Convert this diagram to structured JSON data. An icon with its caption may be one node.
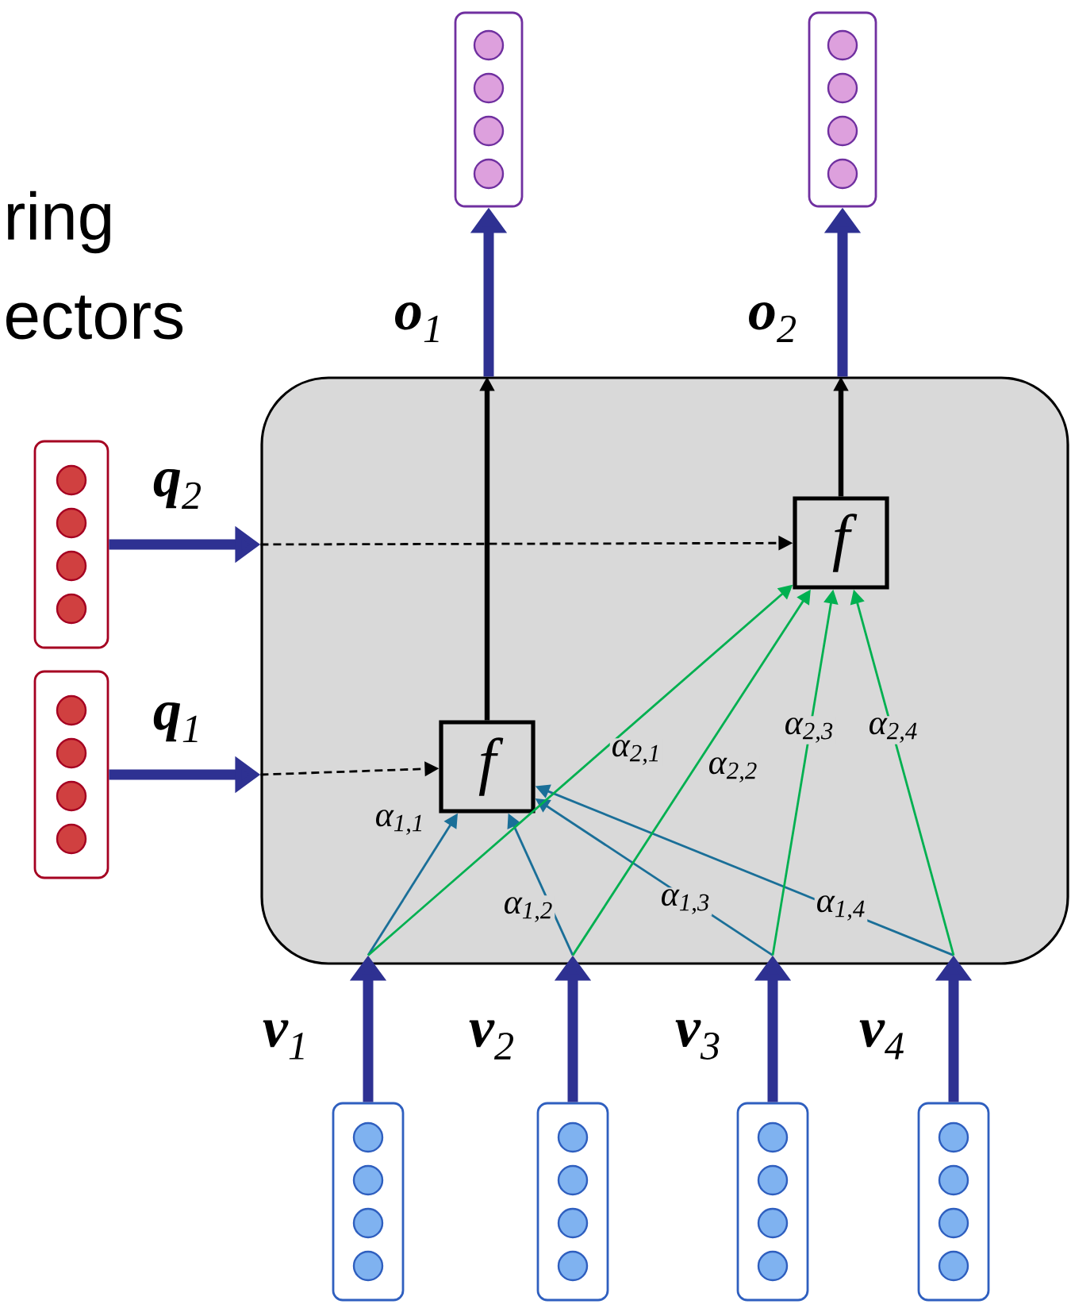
{
  "diagram": {
    "nodes": [
      {
        "text": [],
        "shape": "box"
      },
      {
        "text": [
          "f"
        ],
        "in": 0
      },
      {
        "text": [
          "f"
        ],
        "in": 0
      },
      {
        "text": [],
        "shape": "box"
      },
      {
        "text": [],
        "shape": "box"
      },
      {
        "text": [],
        "shape": "box"
      },
      {
        "text": [],
        "shape": "box"
      },
      {
        "text": [],
        "shape": "box"
      },
      {
        "text": [],
        "shape": "box"
      },
      {
        "text": [],
        "shape": "box"
      },
      {
        "text": [],
        "shape": "box"
      }
    ],
    "edges": [
      {
        "from": 5,
        "to": 0,
        "arrow": "to",
        "style": "thick",
        "label": "**q**$_{2}$"
      },
      {
        "from": 0,
        "to": 2,
        "arrow": "to",
        "style": "dashed",
        "color": "#000000"
      },
      {
        "from": 6,
        "to": 0,
        "arrow": "to",
        "style": "thick",
        "label": "**q**$_{1}$"
      },
      {
        "from": 0,
        "to": 1,
        "arrow": "to",
        "style": "dashed",
        "color": "#000000"
      },
      {
        "from": 1,
        "to": 0,
        "arrow": "to",
        "style": "thick",
        "color": "#000000"
      },
      {
        "from": 0,
        "to": 3,
        "arrow": "to",
        "style": "thick",
        "label": "**o**$_{1}$"
      },
      {
        "from": 2,
        "to": 0,
        "arrow": "to",
        "style": "thick",
        "color": "#000000"
      },
      {
        "from": 0,
        "to": 4,
        "arrow": "to",
        "style": "thick",
        "label": "**o**$_{2}$"
      },
      {
        "from": 7,
        "to": 0,
        "arrow": "to",
        "style": "thick",
        "label": "**v**$_{1}$"
      },
      {
        "from": 8,
        "to": 0,
        "arrow": "to",
        "style": "thick",
        "label": "**v**$_{2}$"
      },
      {
        "from": 9,
        "to": 0,
        "arrow": "to",
        "style": "thick",
        "label": "**v**$_{3}$"
      },
      {
        "from": 10,
        "to": 0,
        "arrow": "to",
        "style": "thick",
        "label": "**v**$_{4}$"
      },
      {
        "from": 0,
        "to": 1,
        "arrow": "to",
        "color": "#1a6f98",
        "label": "α$_{1,1}$"
      },
      {
        "from": 0,
        "to": 1,
        "arrow": "to",
        "color": "#1a6f98",
        "label": "α$_{1,2}$"
      },
      {
        "from": 0,
        "to": 1,
        "arrow": "to",
        "color": "#1a6f98",
        "label": "α$_{1,3}$"
      },
      {
        "from": 0,
        "to": 1,
        "arrow": "to",
        "color": "#1a6f98",
        "label": "α$_{1,4}$"
      },
      {
        "from": 0,
        "to": 2,
        "arrow": "to",
        "color": "#00b050",
        "label": "α$_{2,1}$"
      },
      {
        "from": 0,
        "to": 2,
        "arrow": "to",
        "color": "#00b050",
        "label": "α$_{2,2}$"
      },
      {
        "from": 0,
        "to": 2,
        "arrow": "to",
        "color": "#00b050",
        "label": "α$_{2,3}$"
      },
      {
        "from": 0,
        "to": 2,
        "arrow": "to",
        "color": "#00b050",
        "label": "α$_{2,4}$"
      }
    ],
    "labels": [
      "ring",
      "ectors"
    ]
  }
}
